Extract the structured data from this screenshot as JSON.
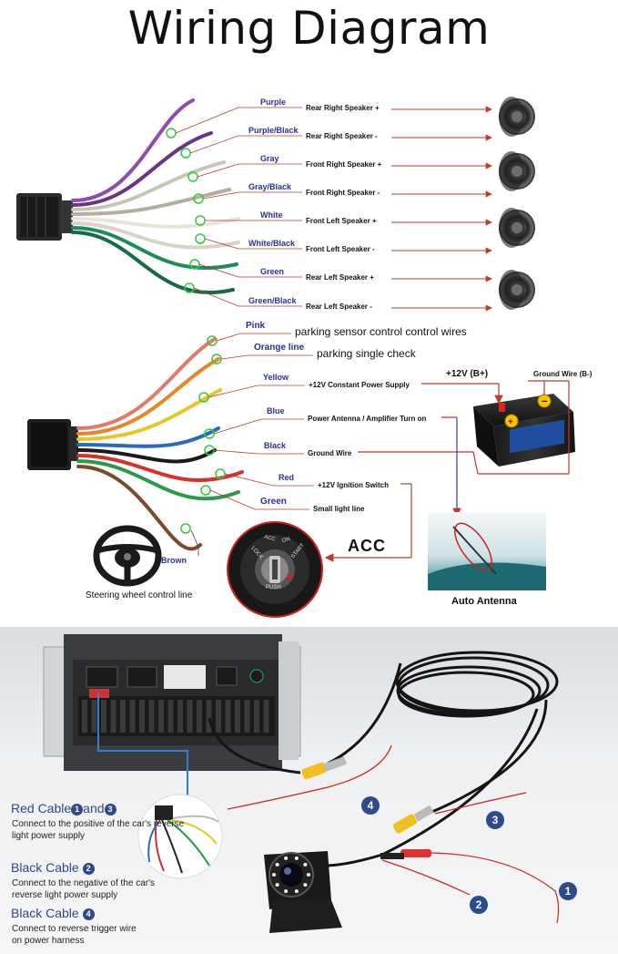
{
  "title": "Wiring Diagram",
  "speaker_wires": [
    {
      "color_name": "Purple",
      "function": "Rear Right Speaker +",
      "hex": "#8e4bb0"
    },
    {
      "color_name": "Purple/Black",
      "function": "Rear Right Speaker -",
      "hex": "#6a3585"
    },
    {
      "color_name": "Gray",
      "function": "Front Right Speaker +",
      "hex": "#c9c4b4"
    },
    {
      "color_name": "Gray/Black",
      "function": "Front Right Speaker -",
      "hex": "#b4ae9c"
    },
    {
      "color_name": "White",
      "function": "Front Left Speaker +",
      "hex": "#e8e4da"
    },
    {
      "color_name": "White/Black",
      "function": "Front Left Speaker -",
      "hex": "#d8d3c6"
    },
    {
      "color_name": "Green",
      "function": "Rear Left Speaker +",
      "hex": "#1f8a5a"
    },
    {
      "color_name": "Green/Black",
      "function": "Rear Left Speaker -",
      "hex": "#166a45"
    }
  ],
  "power_wires": [
    {
      "color_name": "Pink",
      "function": "parking sensor control control wires",
      "hex": "#e07a6a"
    },
    {
      "color_name": "Orange line",
      "function": "parking single check",
      "hex": "#e8862a"
    },
    {
      "color_name": "Yellow",
      "function": "+12V Constant Power Supply",
      "hex": "#e8c62a"
    },
    {
      "color_name": "Blue",
      "function": "Power Antenna / Amplifier Turn on",
      "hex": "#2a6ab8"
    },
    {
      "color_name": "Black",
      "function": "Ground Wire",
      "hex": "#1a1a1a"
    },
    {
      "color_name": "Red",
      "function": "+12V Ignition Switch",
      "hex": "#d8302a"
    },
    {
      "color_name": "Green",
      "function": "Small light line",
      "hex": "#2a9a4a"
    },
    {
      "color_name": "Brown",
      "function": "Steering wheel control line",
      "hex": "#7a4a2a"
    }
  ],
  "battery": {
    "positive_label": "+12V  (B+)",
    "ground_label": "Ground Wire (B-)"
  },
  "acc_label": "ACC",
  "ignition_text": [
    "LOCK",
    "ACC",
    "ON",
    "START",
    "PUSH"
  ],
  "antenna_caption": "Auto Antenna",
  "notes": [
    {
      "heading_prefix": "Red Cable",
      "num_a": "1",
      "and": "and",
      "num_b": "3",
      "text": "Connect to the positive of the car's reverse light power supply"
    },
    {
      "heading_prefix": "Black Cable",
      "num_a": "2",
      "text": "Connect to the negative of the car's reverse light power supply"
    },
    {
      "heading_prefix": "Black Cable",
      "num_a": "4",
      "text": "Connect to reverse trigger wire on power harness"
    }
  ],
  "callouts": [
    "1",
    "2",
    "3",
    "4"
  ],
  "colors": {
    "title": "#111111",
    "label_blue": "#2b2f9a",
    "arrow_red": "#c0392b",
    "marker_green": "#2ecc40",
    "note_blue": "#2c4a8c"
  }
}
